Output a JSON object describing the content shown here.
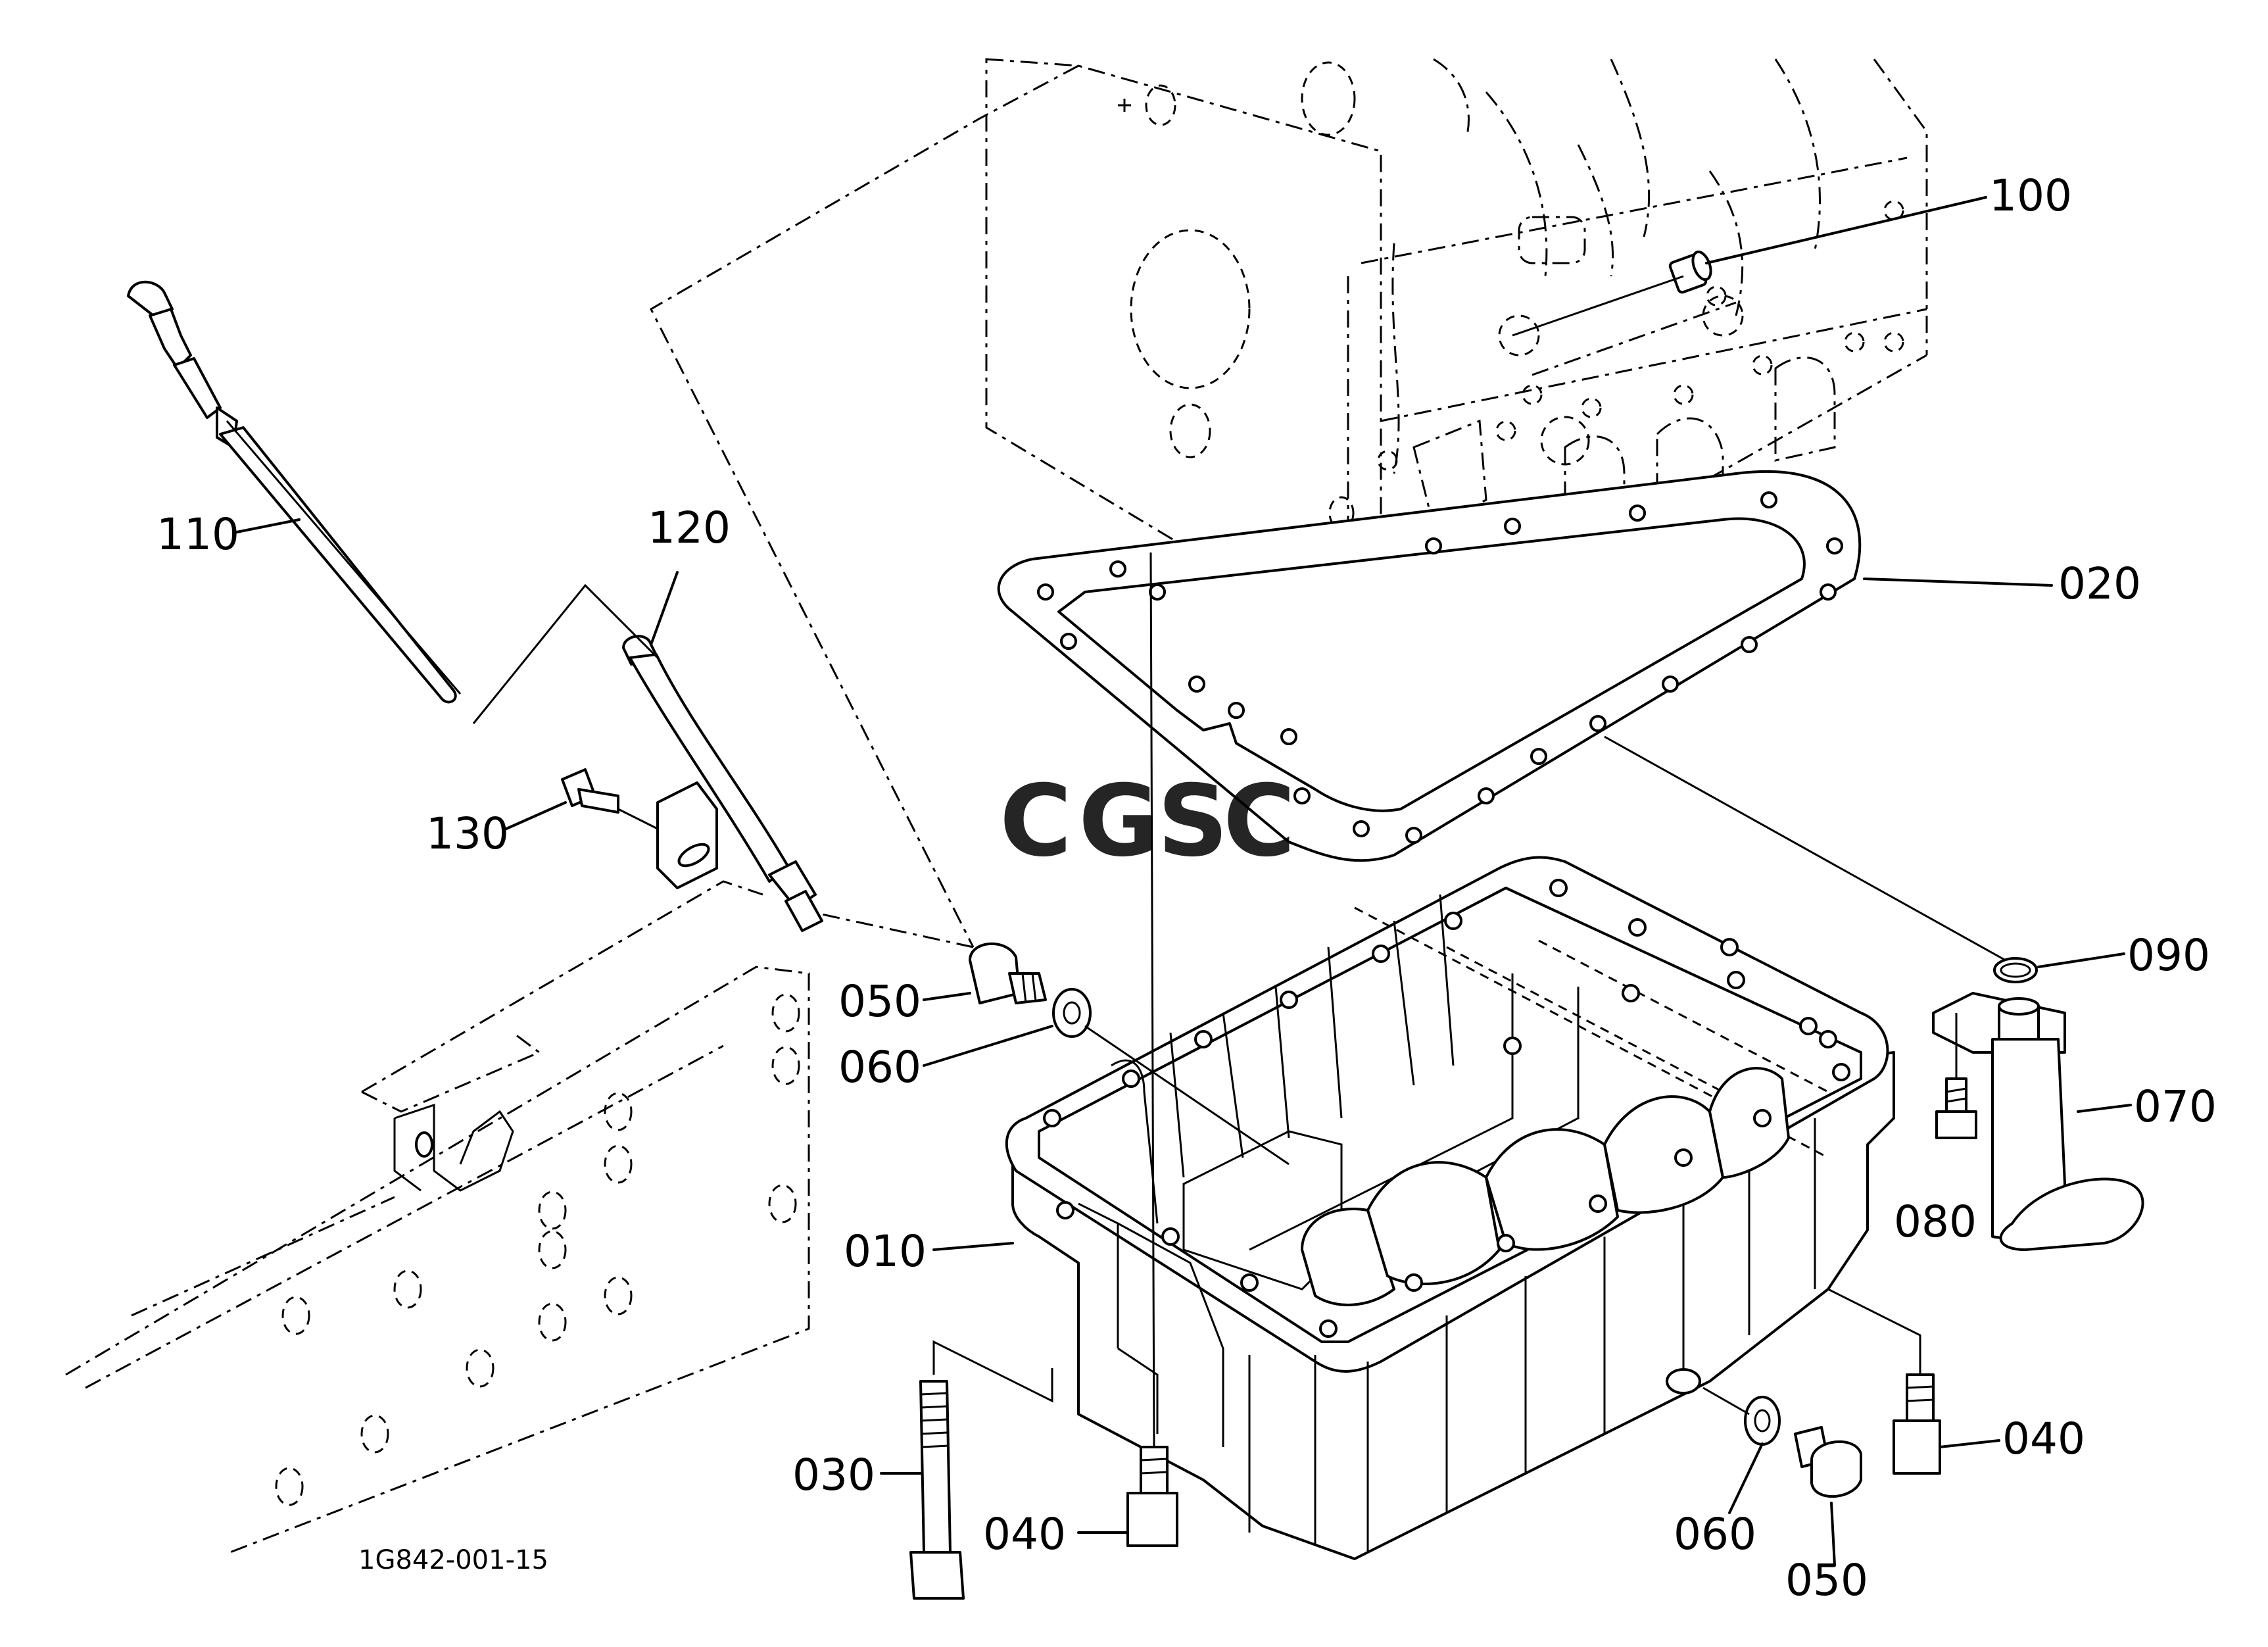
{
  "callouts": [
    {
      "id": "100",
      "label": "100"
    },
    {
      "id": "110",
      "label": "110"
    },
    {
      "id": "120",
      "label": "120"
    },
    {
      "id": "020",
      "label": "020"
    },
    {
      "id": "130",
      "label": "130"
    },
    {
      "id": "090",
      "label": "090"
    },
    {
      "id": "050a",
      "label": "050"
    },
    {
      "id": "060a",
      "label": "060"
    },
    {
      "id": "070",
      "label": "070"
    },
    {
      "id": "080",
      "label": "080"
    },
    {
      "id": "010",
      "label": "010"
    },
    {
      "id": "040b",
      "label": "040"
    },
    {
      "id": "030",
      "label": "030"
    },
    {
      "id": "040a",
      "label": "040"
    },
    {
      "id": "060b",
      "label": "060"
    },
    {
      "id": "050b",
      "label": "050"
    }
  ],
  "drawing_code": "1G842-001-15",
  "watermark": {
    "text": "CGSC",
    "letters": [
      {
        "char": "C",
        "color": "#4a8ef0"
      },
      {
        "char": "G",
        "color": "#f07a6e"
      },
      {
        "char": "S",
        "color": "#f5c840"
      },
      {
        "char": "C",
        "color": "#3aad6e"
      }
    ]
  },
  "colors": {
    "line": "#000000",
    "background": "#ffffff"
  }
}
